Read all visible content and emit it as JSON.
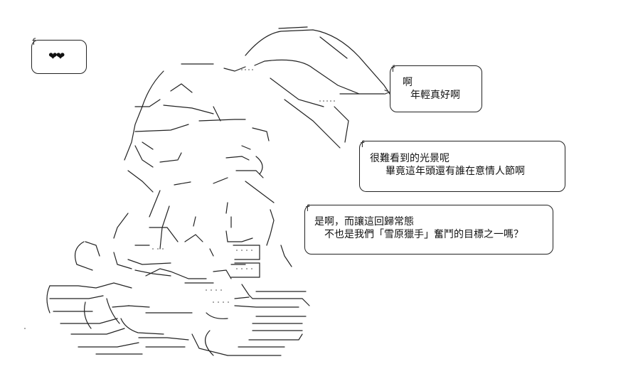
{
  "hearts_bubble": {
    "text": "❤❤"
  },
  "bubble_1": {
    "line1": "啊",
    "line2": "年輕真好啊"
  },
  "bubble_2": {
    "line1": "很難看到的光景呢",
    "line2": "畢竟這年頭還有誰在意情人節啊"
  },
  "bubble_3": {
    "line1": "是啊，而讓這回歸常態",
    "line2": "不也是我們「雪原獵手」奮鬥的目標之一嗎？"
  }
}
